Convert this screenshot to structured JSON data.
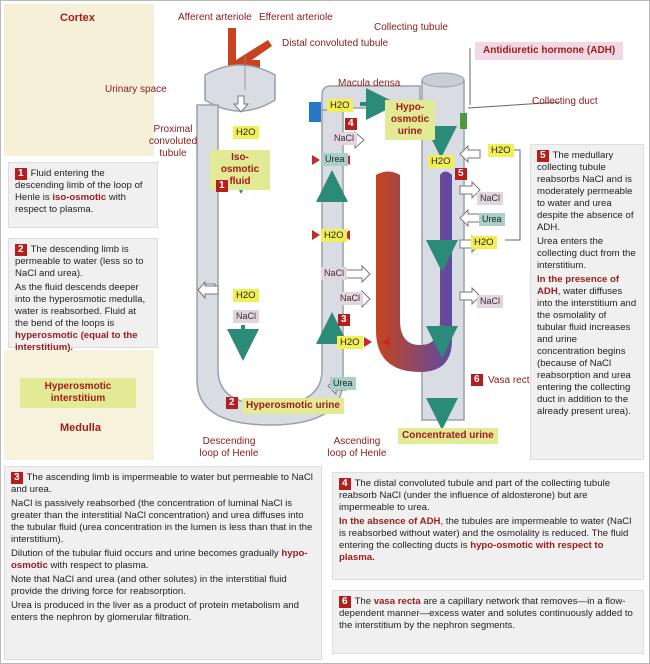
{
  "labels": {
    "cortex": "Cortex",
    "medulla": "Medulla",
    "afferent": "Afferent arteriole",
    "efferent": "Efferent arteriole",
    "distal": "Distal convoluted tubule",
    "collecting_tubule": "Collecting tubule",
    "adh": "Antidiuretic hormone (ADH)",
    "urinary_space": "Urinary space",
    "macula_densa": "Macula densa",
    "collecting_duct": "Collecting duct",
    "proximal": "Proximal convoluted tubule",
    "iso_osmotic_fluid": "Iso-osmotic fluid",
    "hypo_osmotic_urine": "Hypo-osmotic urine",
    "hyperosmotic_interstitium": "Hyperosmotic interstitium",
    "hyperosmotic_urine": "Hyperosmotic urine",
    "concentrated_urine": "Concentrated urine",
    "vasa_recta": "Vasa recta",
    "descending_loop": "Descending loop of Henle",
    "ascending_loop": "Ascending loop of Henle"
  },
  "tags": {
    "h2o": "H2O",
    "nacl": "NaCl",
    "urea": "Urea"
  },
  "numbers": [
    "1",
    "2",
    "3",
    "4",
    "5",
    "6"
  ],
  "notes": {
    "n1": "Fluid entering the descending limb of the loop of Henle is iso-osmotic with respect to plasma.",
    "n1_a": "Fluid entering the descending limb of the loop of Henle is ",
    "n1_b": "iso-osmotic",
    "n1_c": " with respect to plasma.",
    "n2_a": "The descending limb is permeable to water (less so to NaCl and urea).",
    "n2_b": "As the fluid descends deeper into the hyperosmotic medulla, water is reabsorbed. Fluid at the bend of the loops is ",
    "n2_c": "hyperosmotic (equal to the interstitium).",
    "n3_a": "The ascending limb is impermeable to water but permeable to NaCl and urea.",
    "n3_b": "NaCl is passively reabsorbed (the concentration of luminal NaCl is greater than the interstitial NaCl concentration) and urea diffuses into the tubular fluid (urea concentration in the lumen is less than that in the interstitium).",
    "n3_c": "Dilution of the tubular fluid occurs and urine becomes gradually ",
    "n3_d": "hypo-osmotic",
    "n3_e": " with respect to plasma.",
    "n3_f": "Note that NaCl and urea (and other solutes) in the interstitial fluid provide the driving force for reabsorption.",
    "n3_g": "Urea is produced in the liver as a product of protein metabolism and enters the nephron by glomerular filtration.",
    "n4_a": "The distal convoluted tubule and part of the collecting tubule reabsorb NaCl (under the influence of aldosterone) but are impermeable to urea.",
    "n4_b": "In the absence of ADH",
    "n4_c": ", the tubules are impermeable to water (NaCl is reabsorbed without water) and the osmolality is reduced. The fluid entering the collecting ducts is ",
    "n4_d": "hypo-osmotic with respect to plasma.",
    "n5_a": "The medullary collecting tubule reabsorbs NaCl and is moderately permeable to water and urea despite the absence of ADH.",
    "n5_b": "Urea enters the collecting duct from the interstitium.",
    "n5_c": "In the presence of ADH",
    "n5_d": ", water diffuses into the interstitium and the osmolality of tubular fluid increases and urine concentration begins (because of NaCl reabsorption and urea entering the collecting duct in addition to the already present urea).",
    "n6_a": "The ",
    "n6_b": "vasa recta",
    "n6_c": " are a capillary network that removes—in a flow-dependent manner—excess water and solutes continuously added to the interstitium by the nephron segments."
  },
  "colors": {
    "accent_red": "#b51e1e",
    "tubule": "#d9dde3",
    "vasa_artery": "#c8431d",
    "vasa_vein": "#5b4ba6",
    "arrow_teal": "#2b8a78",
    "h2o_bg": "#f2ef55",
    "nacl_bg": "#e3d4de",
    "urea_bg": "#a9cfc9"
  }
}
